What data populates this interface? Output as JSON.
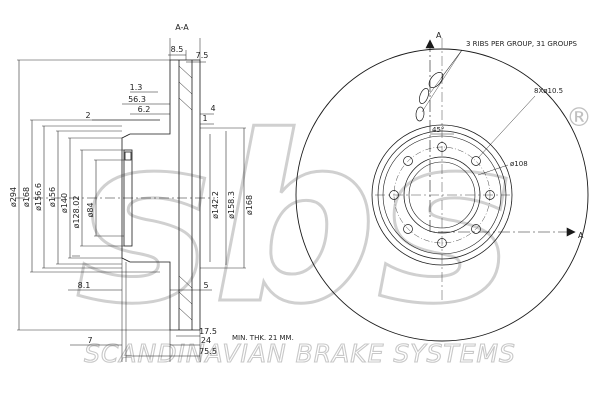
{
  "watermark": {
    "logo_text": "sbs",
    "registered_mark": "®",
    "company_line": "SCANDINAVIAN BRAKE SYSTEMS"
  },
  "section_view": {
    "section_label": "A-A",
    "top_dims": [
      "8.5",
      "7.5",
      "1.3",
      "56.3",
      "6.2",
      "2",
      "4",
      "1"
    ],
    "left_dims": [
      "ø294",
      "ø168",
      "ø156.6",
      "ø156",
      "ø140",
      "ø128.02",
      "ø84"
    ],
    "right_dims": [
      "ø142.2",
      "ø158.3",
      "ø168"
    ],
    "mid_dims": [
      "8.1",
      "5"
    ],
    "bottom_dims": [
      "17.5",
      "24",
      "75.5",
      "7"
    ],
    "min_thickness": "MIN. THK. 21 MM."
  },
  "front_view": {
    "section_mark_top": "A",
    "section_mark_side": "A",
    "ribs_note": "3 RIBS PER GROUP, 31 GROUPS",
    "holes_note": "8Xø10.5",
    "angle_note": "45°",
    "pcd_note": "ø108"
  },
  "colors": {
    "line": "#1a1a1a",
    "watermark": "#c8c8c8"
  }
}
